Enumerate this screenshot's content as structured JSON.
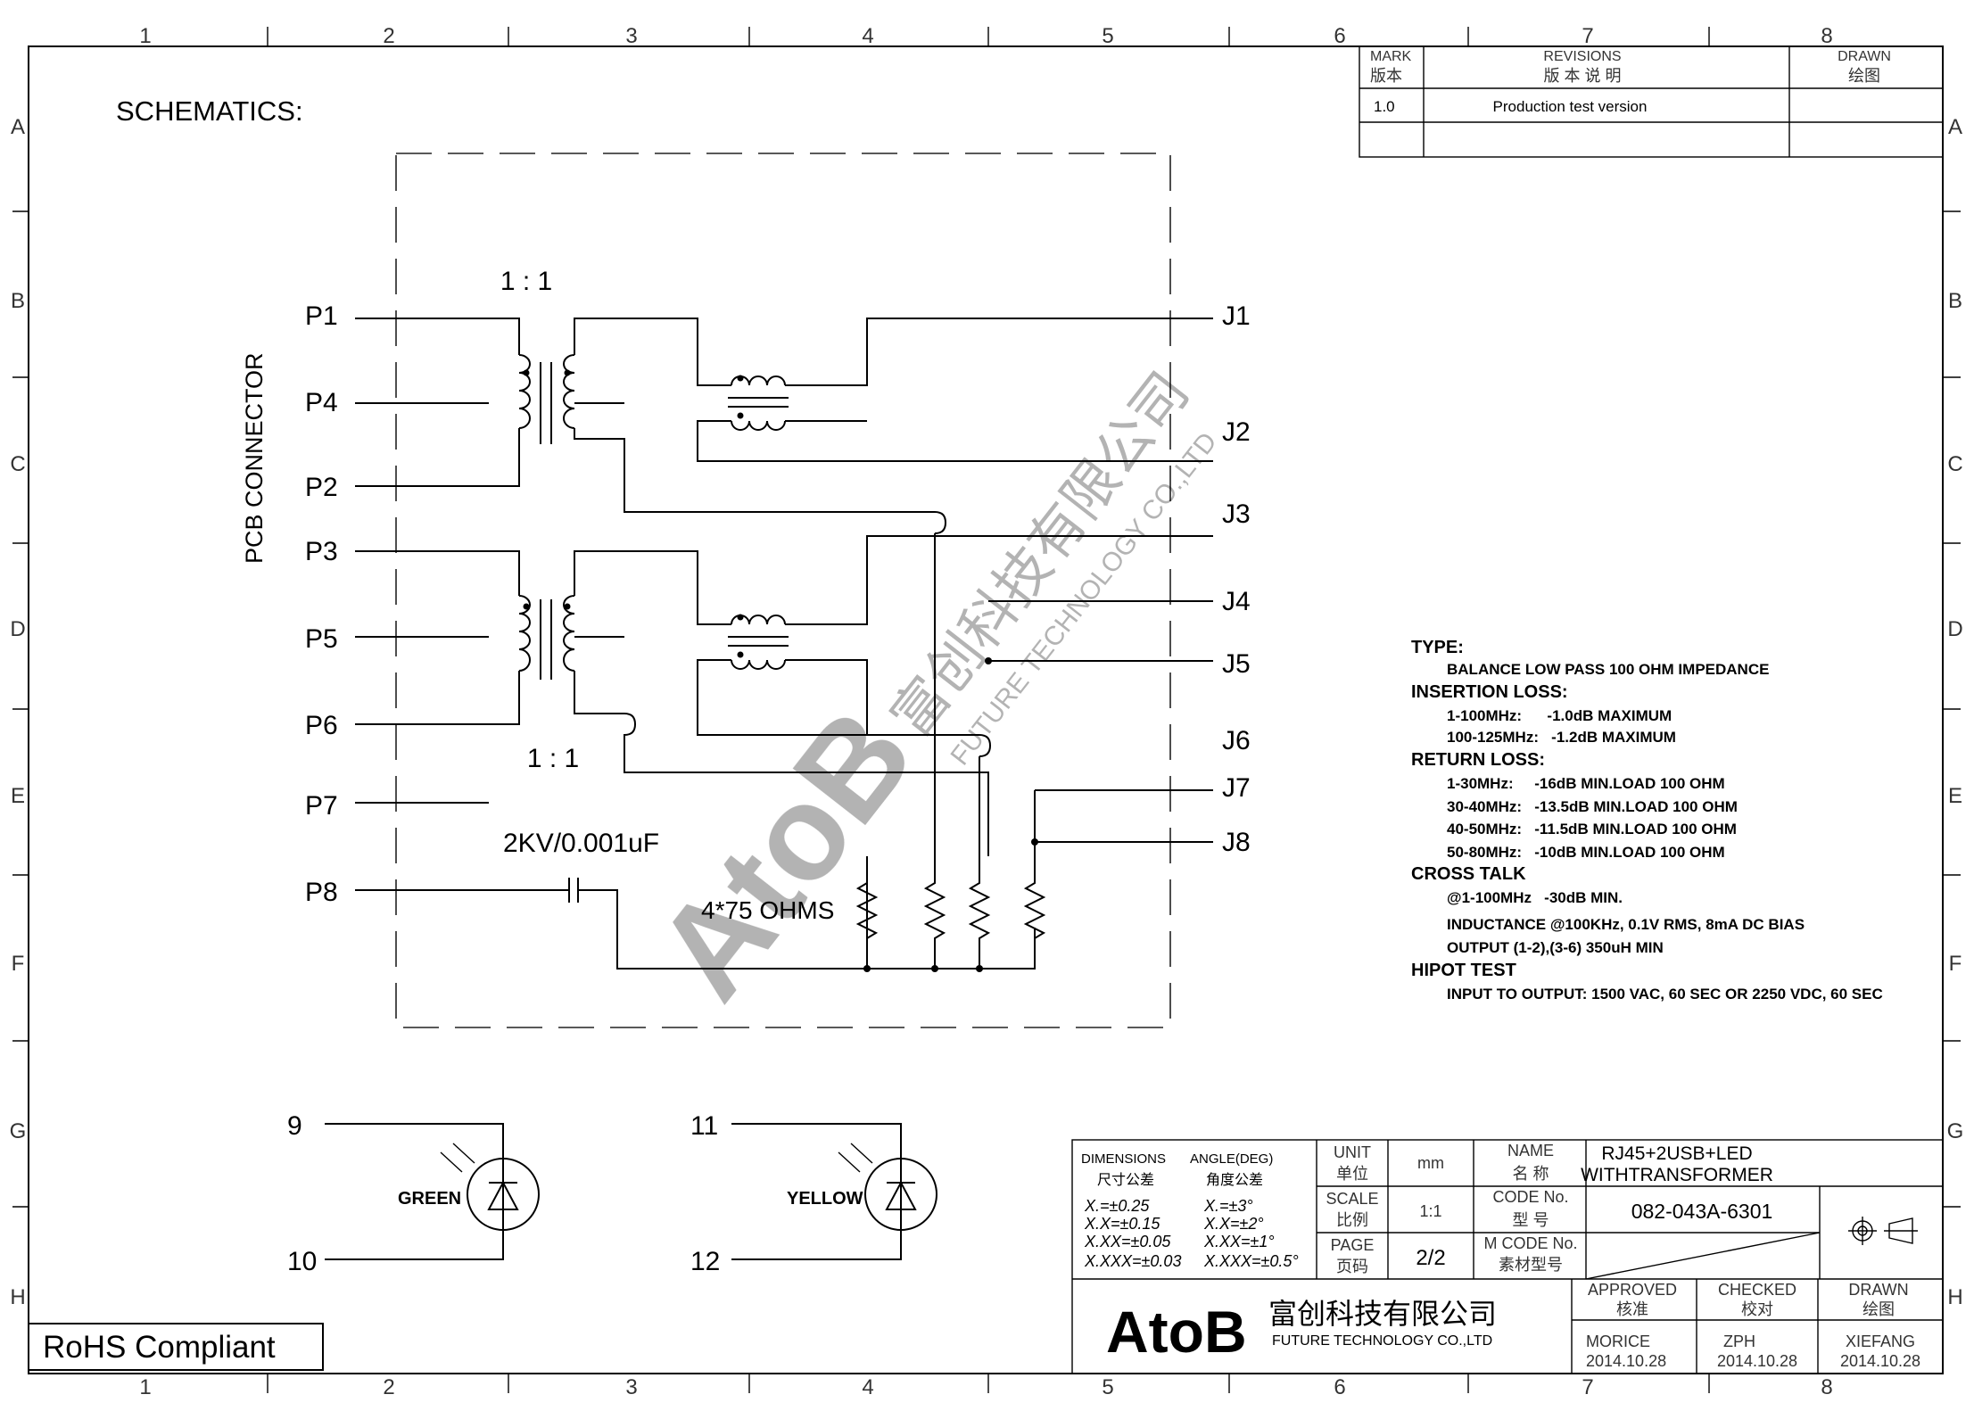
{
  "title": "SCHEMATICS:",
  "rohs": "RoHS Compliant",
  "grid": {
    "cols": [
      "1",
      "2",
      "3",
      "4",
      "5",
      "6",
      "7",
      "8"
    ],
    "rows": [
      "A",
      "B",
      "C",
      "D",
      "E",
      "F",
      "G",
      "H"
    ]
  },
  "revisions": {
    "mark_en": "MARK",
    "mark_cn": "版本",
    "rev_en": "REVISIONS",
    "rev_cn": "版 本 说 明",
    "drawn_en": "DRAWN",
    "drawn_cn": "绘图",
    "rows": [
      {
        "mark": "1.0",
        "desc": "Production test version",
        "drawn": ""
      }
    ]
  },
  "schematic": {
    "connector_label": "PCB CONNECTOR",
    "ratio_top": "1 : 1",
    "ratio_bottom": "1 : 1",
    "left_pins": [
      "P1",
      "P4",
      "P2",
      "P3",
      "P5",
      "P6",
      "P7",
      "P8"
    ],
    "right_pins": [
      "J1",
      "J2",
      "J3",
      "J4",
      "J5",
      "J6",
      "J7",
      "J8"
    ],
    "capacitor": "2KV/0.001uF",
    "resistors": "4*75 OHMS"
  },
  "leds": [
    {
      "top_pin": "9",
      "bottom_pin": "10",
      "color": "GREEN"
    },
    {
      "top_pin": "11",
      "bottom_pin": "12",
      "color": "YELLOW"
    }
  ],
  "watermark": {
    "cn": "富创科技有限公司",
    "en": "FUTURE TECHNOLOGY CO.,LTD",
    "logo": "AtoB"
  },
  "specs": [
    {
      "text": "TYPE:",
      "head": true
    },
    {
      "text": "BALANCE LOW PASS 100 OHM IMPEDANCE",
      "head": false
    },
    {
      "text": "INSERTION LOSS:",
      "head": true
    },
    {
      "text": "1-100MHz:      -1.0dB MAXIMUM",
      "head": false
    },
    {
      "text": "100-125MHz:   -1.2dB MAXIMUM",
      "head": false
    },
    {
      "text": "RETURN LOSS:",
      "head": true
    },
    {
      "text": "1-30MHz:     -16dB MIN.LOAD 100 OHM",
      "head": false
    },
    {
      "text": "30-40MHz:   -13.5dB MIN.LOAD 100 OHM",
      "head": false
    },
    {
      "text": "40-50MHz:   -11.5dB MIN.LOAD 100 OHM",
      "head": false
    },
    {
      "text": "50-80MHz:   -10dB MIN.LOAD 100 OHM",
      "head": false
    },
    {
      "text": "CROSS TALK",
      "head": true
    },
    {
      "text": "@1-100MHz   -30dB MIN.",
      "head": false
    },
    {
      "text": "INDUCTANCE @100KHz, 0.1V RMS, 8mA DC BIAS",
      "head": false
    },
    {
      "text": "OUTPUT (1-2),(3-6) 350uH MIN",
      "head": false
    },
    {
      "text": "HIPOT TEST",
      "head": true
    },
    {
      "text": "INPUT TO OUTPUT: 1500 VAC, 60 SEC OR 2250 VDC, 60 SEC",
      "head": false
    }
  ],
  "titleblock": {
    "dimensions_en": "DIMENSIONS",
    "dimensions_cn": "尺寸公差",
    "angle_en": "ANGLE(DEG)",
    "angle_cn": "角度公差",
    "tolerances": [
      "X.=±0.25",
      "X.X=±0.15",
      "X.XX=±0.05",
      "X.XXX=±0.03"
    ],
    "angles": [
      "X.=±3°",
      "X.X=±2°",
      "X.XX=±1°",
      "X.XXX=±0.5°"
    ],
    "unit_en": "UNIT",
    "unit_cn": "单位",
    "unit_val": "mm",
    "scale_en": "SCALE",
    "scale_cn": "比例",
    "scale_val": "1:1",
    "page_en": "PAGE",
    "page_cn": "页码",
    "page_val": "2/2",
    "name_en": "NAME",
    "name_cn": "名 称",
    "name_val1": "RJ45+2USB+LED",
    "name_val2": "WITHTRANSFORMER",
    "code_en": "CODE No.",
    "code_cn": "型 号",
    "code_val": "082-043A-6301",
    "mcode_en": "M CODE No.",
    "mcode_cn": "素材型号",
    "logo": "AtoB",
    "company_cn": "富创科技有限公司",
    "company_en": "FUTURE TECHNOLOGY CO.,LTD",
    "approved_en": "APPROVED",
    "approved_cn": "核准",
    "checked_en": "CHECKED",
    "checked_cn": "校对",
    "drawn_en": "DRAWN",
    "drawn_cn": "绘图",
    "approved_by": "MORICE",
    "approved_date": "2014.10.28",
    "checked_by": "ZPH",
    "checked_date": "2014.10.28",
    "drawn_by": "XIEFANG",
    "drawn_date": "2014.10.28"
  }
}
